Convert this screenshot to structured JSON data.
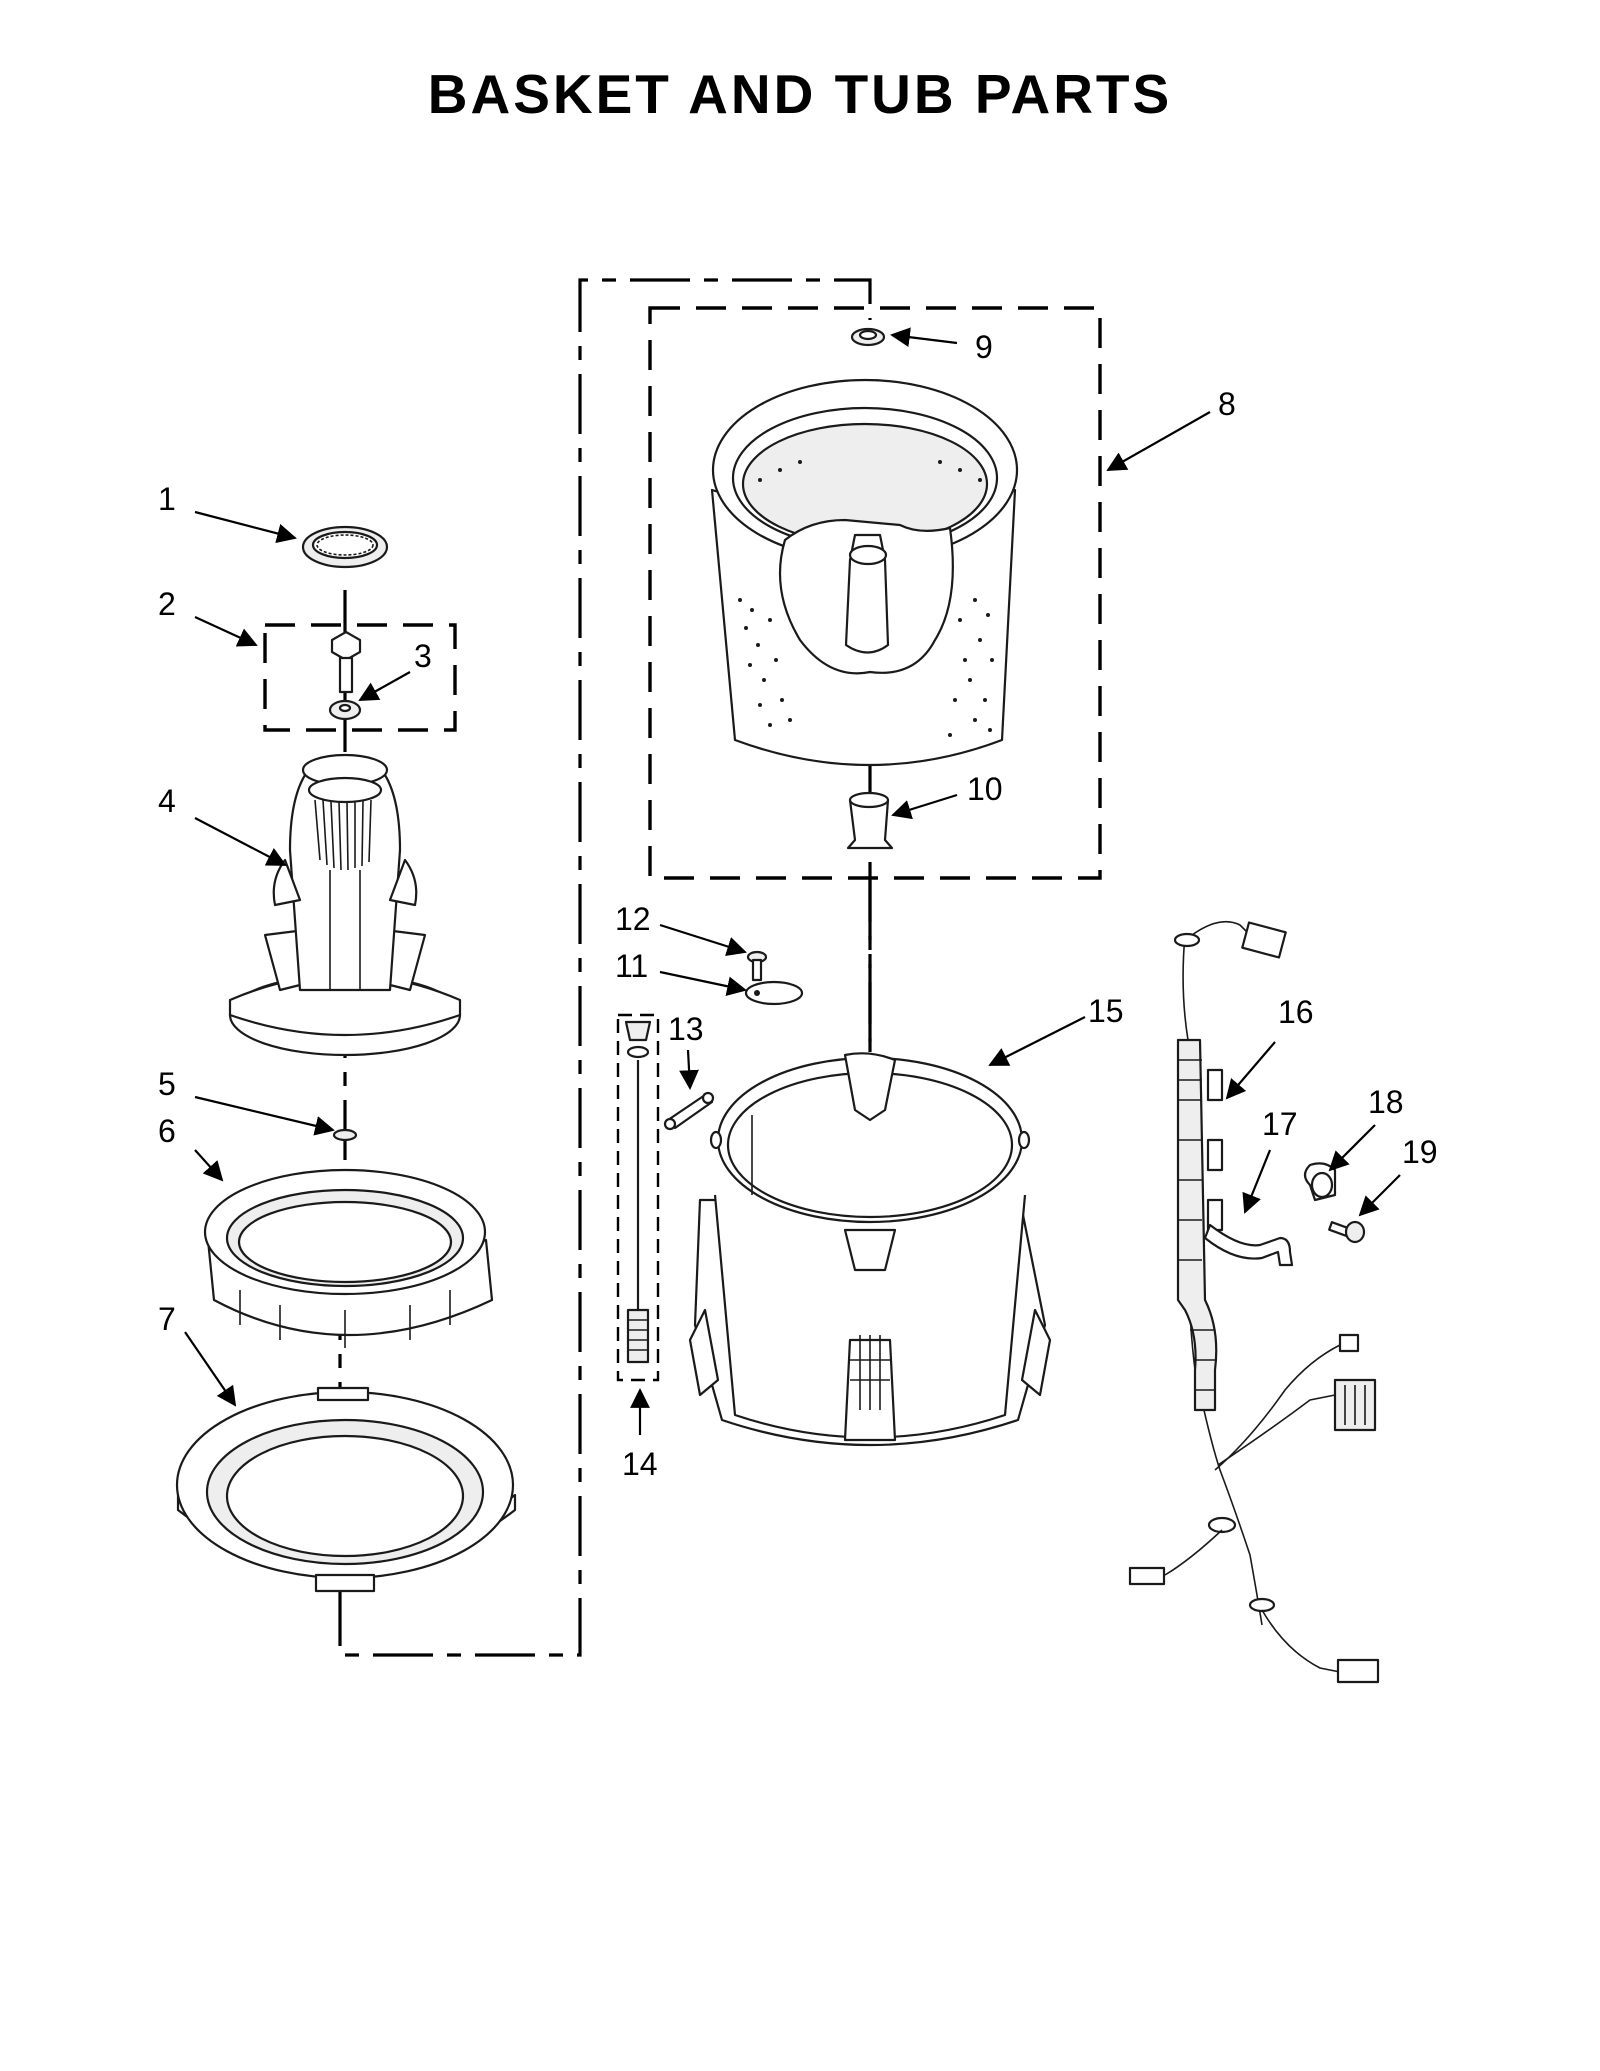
{
  "title": "BASKET AND TUB PARTS",
  "callouts": [
    {
      "id": "1",
      "label": "1"
    },
    {
      "id": "2",
      "label": "2"
    },
    {
      "id": "3",
      "label": "3"
    },
    {
      "id": "4",
      "label": "4"
    },
    {
      "id": "5",
      "label": "5"
    },
    {
      "id": "6",
      "label": "6"
    },
    {
      "id": "7",
      "label": "7"
    },
    {
      "id": "8",
      "label": "8"
    },
    {
      "id": "9",
      "label": "9"
    },
    {
      "id": "10",
      "label": "10"
    },
    {
      "id": "11",
      "label": "11"
    },
    {
      "id": "12",
      "label": "12"
    },
    {
      "id": "13",
      "label": "13"
    },
    {
      "id": "14",
      "label": "14"
    },
    {
      "id": "15",
      "label": "15"
    },
    {
      "id": "16",
      "label": "16"
    },
    {
      "id": "17",
      "label": "17"
    },
    {
      "id": "18",
      "label": "18"
    },
    {
      "id": "19",
      "label": "19"
    }
  ],
  "parts": [
    {
      "callout": "1",
      "icon": "cap-ring-icon"
    },
    {
      "callout": "2",
      "icon": "bolt-washer-kit-icon"
    },
    {
      "callout": "3",
      "icon": "washer-icon"
    },
    {
      "callout": "4",
      "icon": "agitator-impeller-icon"
    },
    {
      "callout": "5",
      "icon": "small-washer-icon"
    },
    {
      "callout": "6",
      "icon": "balance-ring-icon"
    },
    {
      "callout": "7",
      "icon": "tub-ring-icon"
    },
    {
      "callout": "8",
      "icon": "basket-assembly-icon"
    },
    {
      "callout": "9",
      "icon": "basket-nut-icon"
    },
    {
      "callout": "10",
      "icon": "basket-hub-icon"
    },
    {
      "callout": "11",
      "icon": "bracket-icon"
    },
    {
      "callout": "12",
      "icon": "screw-icon"
    },
    {
      "callout": "13",
      "icon": "link-clip-icon"
    },
    {
      "callout": "14",
      "icon": "suspension-rod-kit-icon"
    },
    {
      "callout": "15",
      "icon": "outer-tub-icon"
    },
    {
      "callout": "16",
      "icon": "wire-harness-icon"
    },
    {
      "callout": "17",
      "icon": "hose-icon"
    },
    {
      "callout": "18",
      "icon": "clamp-icon"
    },
    {
      "callout": "19",
      "icon": "screw-icon"
    }
  ]
}
